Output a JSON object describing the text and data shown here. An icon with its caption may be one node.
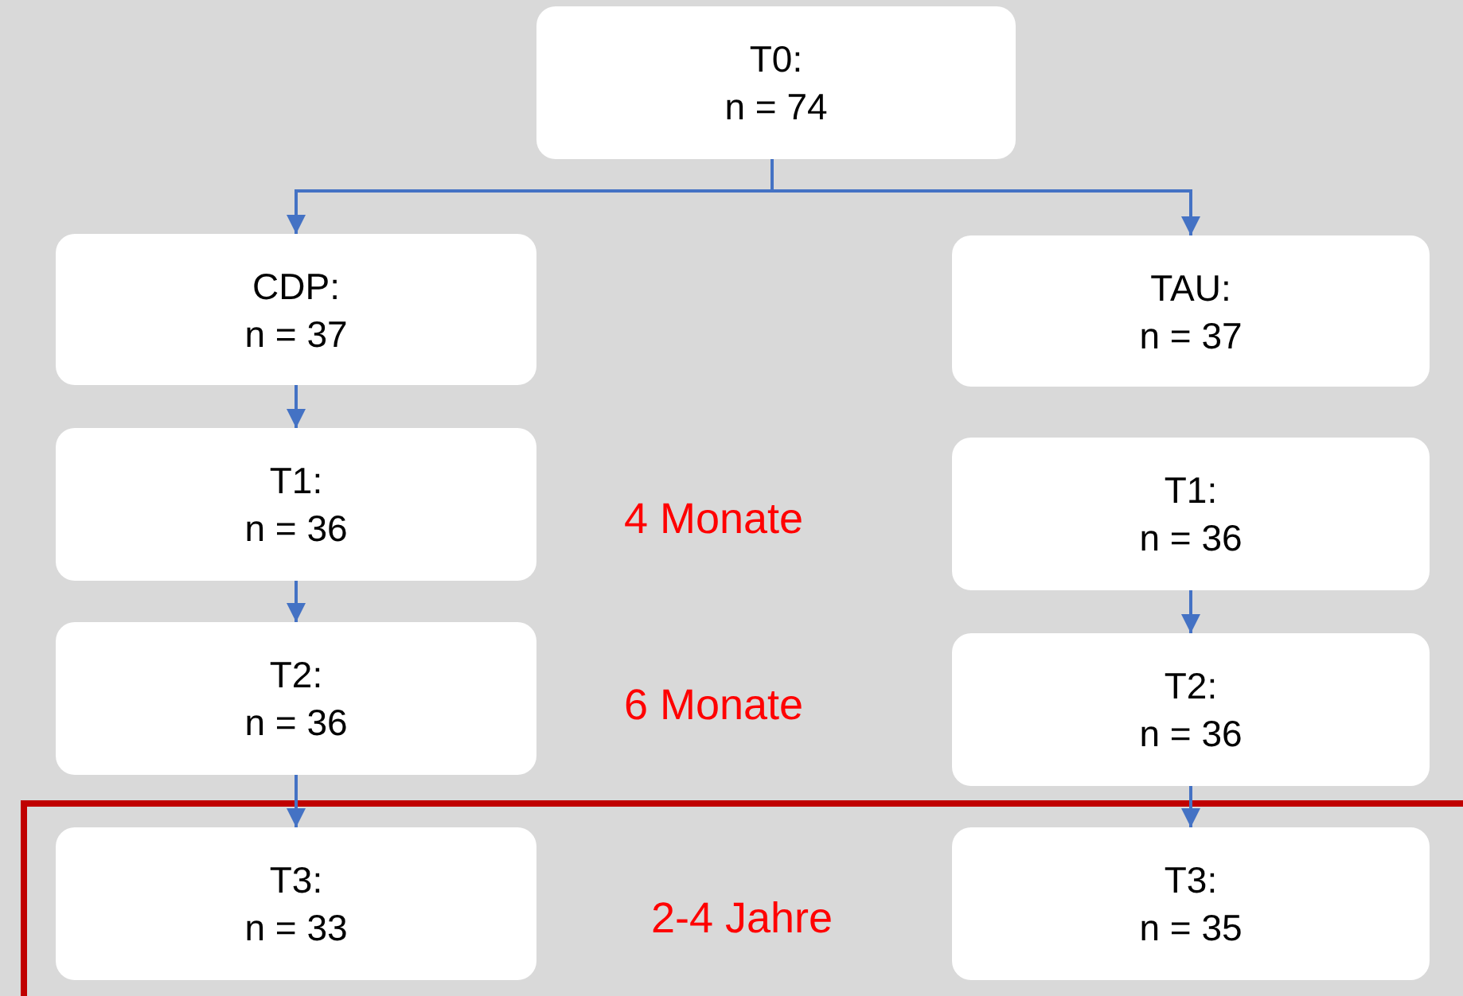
{
  "diagram": {
    "nodes": [
      {
        "text": [
          "T0:",
          "n = 74"
        ]
      },
      {
        "text": [
          "CDP:",
          "n = 37"
        ]
      },
      {
        "text": [
          "TAU:",
          "n = 37"
        ]
      },
      {
        "text": [
          "T1:",
          "n = 36"
        ]
      },
      {
        "text": [
          "T1:",
          "n = 36"
        ]
      },
      {
        "text": [
          "T2:",
          "n = 36"
        ]
      },
      {
        "text": [
          "T2:",
          "n = 36"
        ]
      },
      {
        "text": [
          "2-4 Jahre"
        ]
      },
      {
        "text": [
          "T3:",
          "n = 33"
        ],
        "in": 7
      },
      {
        "text": [
          "T3:",
          "n = 35"
        ],
        "in": 7
      }
    ],
    "edges": [
      {
        "from": 0,
        "to": 1,
        "arrow": "to"
      },
      {
        "from": 0,
        "to": 2,
        "arrow": "to"
      },
      {
        "from": 1,
        "to": 3,
        "arrow": "to"
      },
      {
        "from": 3,
        "to": 5,
        "arrow": "to"
      },
      {
        "from": 5,
        "to": 8,
        "arrow": "to"
      },
      {
        "from": 4,
        "to": 6,
        "arrow": "to"
      },
      {
        "from": 6,
        "to": 9,
        "arrow": "to"
      }
    ],
    "labels": [
      "4 Monate",
      "6 Monate"
    ]
  }
}
